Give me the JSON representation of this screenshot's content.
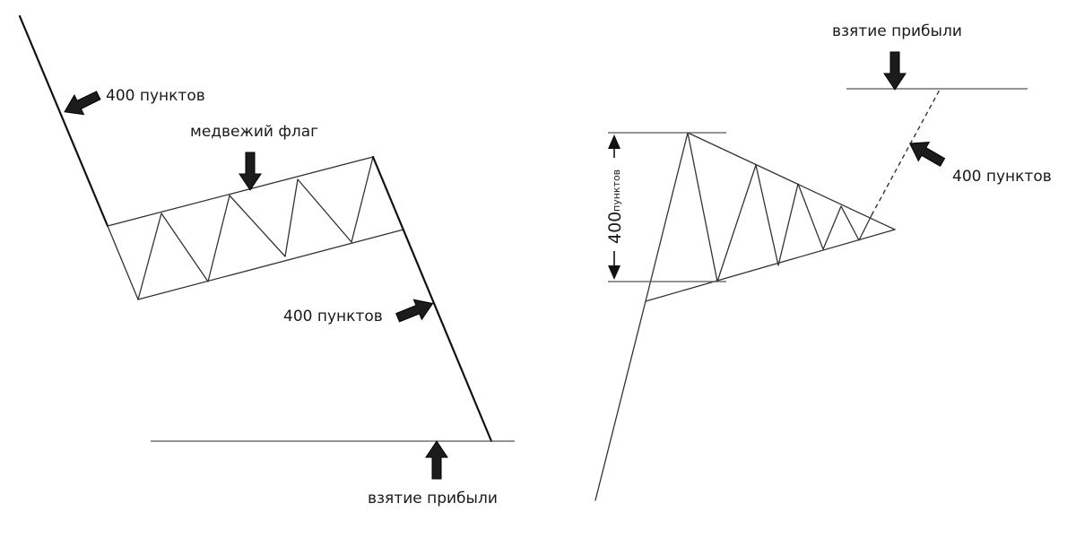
{
  "left_pattern": {
    "title": "медвежий флаг",
    "pole_label": "400 пунктов",
    "projection_label": "400 пунктов",
    "target_label": "взятие прибыли"
  },
  "right_pattern": {
    "target_label": "взятие прибыли",
    "projection_label": "400 пунктов",
    "height_value": "400",
    "height_unit": "пунктов"
  },
  "colors": {
    "line": "#111111",
    "arrow": "#1c1c1c",
    "background": "#ffffff"
  }
}
